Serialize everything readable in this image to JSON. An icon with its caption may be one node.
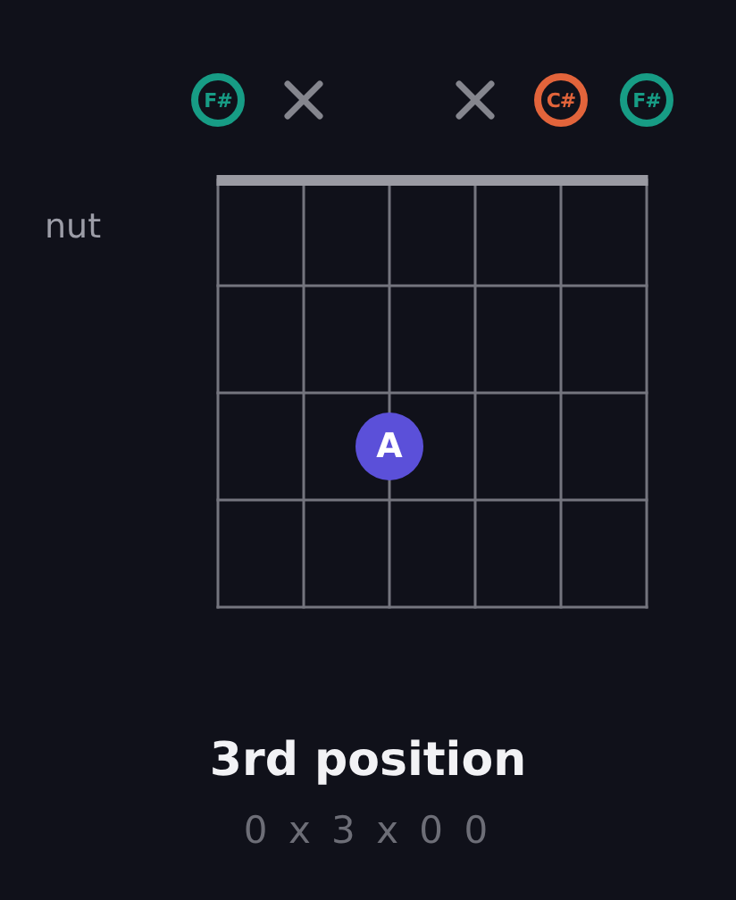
{
  "diagram": {
    "nodes": [
      {
        "text": [
          "F#"
        ]
      },
      {
        "text": [],
        "shape": "cross"
      },
      {
        "text": [],
        "shape": "cross"
      },
      {
        "text": [
          "C#"
        ]
      },
      {
        "text": [
          "F#"
        ]
      },
      {
        "text": [
          "A"
        ]
      }
    ],
    "edges": [],
    "labels": [
      "nut",
      "0 x 3 x 0 0"
    ],
    "caption": "3rd position"
  }
}
